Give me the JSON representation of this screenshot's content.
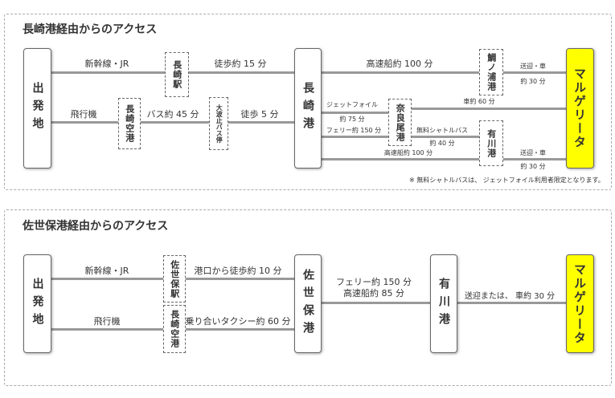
{
  "nagasaki": {
    "title": "長崎港経由からのアクセス",
    "origin": "出発地",
    "port": "長崎港",
    "destination": "マルゲリータ",
    "station_nagasaki": "長崎駅",
    "airport_nagasaki": "長崎空港",
    "bus_stop": "大波止バス停",
    "port_sagara": "鯛ノ浦港",
    "port_naraomachi": "奈良尾港",
    "port_arikawa": "有川港",
    "lbl_shinkansen": "新幹線・JR",
    "lbl_walk15": "徒歩約 15 分",
    "lbl_fast100": "高速船約 100 分",
    "lbl_transfer_car1": "送迎・車",
    "lbl_car30_1": "約 30 分",
    "lbl_plane": "飛行機",
    "lbl_bus45": "バス約 45 分",
    "lbl_walk5": "徒歩 5 分",
    "lbl_jetfoil": "ジェットフォイル",
    "lbl_jet75": "約 75 分",
    "lbl_car60": "車約 60 分",
    "lbl_ferry150": "フェリー約 150 分",
    "lbl_shuttle": "無料シャトルバス",
    "lbl_shuttle40": "約 40 分",
    "lbl_fast100b": "高速船約 100 分",
    "lbl_transfer_car2": "送迎・車",
    "lbl_car30_2": "約 30 分",
    "note": "※ 無料シャトルバスは、 ジェットフォイル利用者限定となります。"
  },
  "sasebo": {
    "title": "佐世保港経由からのアクセス",
    "origin": "出発地",
    "port": "佐世保港",
    "port_arikawa": "有川港",
    "destination": "マルゲリータ",
    "station_sasebo": "佐世保駅",
    "airport_nagasaki": "長崎空港",
    "lbl_shinkansen": "新幹線・JR",
    "lbl_walk10": "港口から徒歩約 10 分",
    "lbl_plane": "飛行機",
    "lbl_taxi60": "乗り合いタクシー約 60 分",
    "lbl_ferry150": "フェリー約 150 分",
    "lbl_fast85": "高速船約 85 分",
    "lbl_transfer": "送迎または、 車約 30 分"
  },
  "colors": {
    "accent_yellow": "#ffff00",
    "line_gray": "#999999"
  }
}
